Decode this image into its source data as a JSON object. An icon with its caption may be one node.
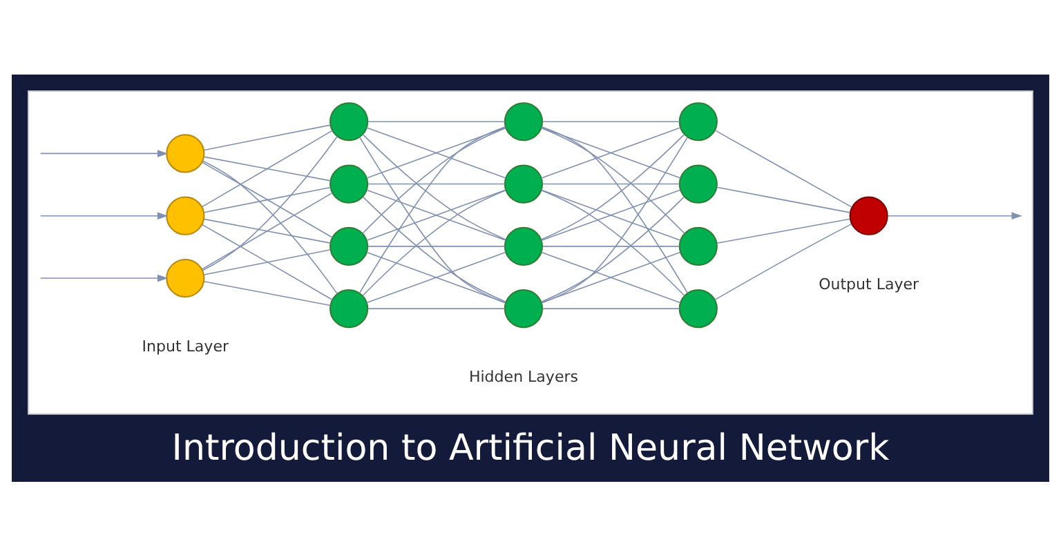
{
  "diagram": {
    "title": "Introduction to Artificial Neural Network",
    "nodes": [
      {
        "text": [],
        "shape": "box"
      },
      {
        "text": [],
        "shape": "circle",
        "in": 0
      },
      {
        "text": [],
        "shape": "circle",
        "in": 0
      },
      {
        "text": [],
        "shape": "circle",
        "in": 0
      },
      {
        "text": [],
        "shape": "circle",
        "in": 0
      },
      {
        "text": [],
        "shape": "circle",
        "in": 0
      },
      {
        "text": [],
        "shape": "circle",
        "in": 0
      },
      {
        "text": [],
        "shape": "circle",
        "in": 0
      },
      {
        "text": [],
        "shape": "circle",
        "in": 0
      },
      {
        "text": [],
        "shape": "circle",
        "in": 0
      },
      {
        "text": [],
        "shape": "circle",
        "in": 0
      },
      {
        "text": [],
        "shape": "circle",
        "in": 0
      },
      {
        "text": [],
        "shape": "circle",
        "in": 0
      },
      {
        "text": [],
        "shape": "circle",
        "in": 0
      },
      {
        "text": [],
        "shape": "circle",
        "in": 0
      },
      {
        "text": [],
        "shape": "circle",
        "in": 0
      },
      {
        "text": [],
        "shape": "circle",
        "in": 0
      }
    ],
    "edges": [
      {
        "from": null,
        "to": 1,
        "arrow": "to"
      },
      {
        "from": null,
        "to": 2,
        "arrow": "to"
      },
      {
        "from": null,
        "to": 3,
        "arrow": "to"
      },
      {
        "from": 1,
        "to": 4,
        "arrow": "none"
      },
      {
        "from": 1,
        "to": 5,
        "arrow": "none"
      },
      {
        "from": 1,
        "to": 6,
        "arrow": "none"
      },
      {
        "from": 1,
        "to": 7,
        "arrow": "none"
      },
      {
        "from": 2,
        "to": 4,
        "arrow": "none"
      },
      {
        "from": 2,
        "to": 5,
        "arrow": "none"
      },
      {
        "from": 2,
        "to": 6,
        "arrow": "none"
      },
      {
        "from": 2,
        "to": 7,
        "arrow": "none"
      },
      {
        "from": 3,
        "to": 4,
        "arrow": "none"
      },
      {
        "from": 3,
        "to": 5,
        "arrow": "none"
      },
      {
        "from": 3,
        "to": 6,
        "arrow": "none"
      },
      {
        "from": 3,
        "to": 7,
        "arrow": "none"
      },
      {
        "from": 4,
        "to": 8,
        "arrow": "none"
      },
      {
        "from": 4,
        "to": 9,
        "arrow": "none"
      },
      {
        "from": 4,
        "to": 10,
        "arrow": "none"
      },
      {
        "from": 4,
        "to": 11,
        "arrow": "none"
      },
      {
        "from": 5,
        "to": 8,
        "arrow": "none"
      },
      {
        "from": 5,
        "to": 9,
        "arrow": "none"
      },
      {
        "from": 5,
        "to": 10,
        "arrow": "none"
      },
      {
        "from": 5,
        "to": 11,
        "arrow": "none"
      },
      {
        "from": 6,
        "to": 8,
        "arrow": "none"
      },
      {
        "from": 6,
        "to": 9,
        "arrow": "none"
      },
      {
        "from": 6,
        "to": 10,
        "arrow": "none"
      },
      {
        "from": 6,
        "to": 11,
        "arrow": "none"
      },
      {
        "from": 7,
        "to": 8,
        "arrow": "none"
      },
      {
        "from": 7,
        "to": 9,
        "arrow": "none"
      },
      {
        "from": 7,
        "to": 10,
        "arrow": "none"
      },
      {
        "from": 7,
        "to": 11,
        "arrow": "none"
      },
      {
        "from": 8,
        "to": 12,
        "arrow": "none"
      },
      {
        "from": 8,
        "to": 13,
        "arrow": "none"
      },
      {
        "from": 8,
        "to": 14,
        "arrow": "none"
      },
      {
        "from": 8,
        "to": 15,
        "arrow": "none"
      },
      {
        "from": 9,
        "to": 12,
        "arrow": "none"
      },
      {
        "from": 9,
        "to": 13,
        "arrow": "none"
      },
      {
        "from": 9,
        "to": 14,
        "arrow": "none"
      },
      {
        "from": 9,
        "to": 15,
        "arrow": "none"
      },
      {
        "from": 10,
        "to": 12,
        "arrow": "none"
      },
      {
        "from": 10,
        "to": 13,
        "arrow": "none"
      },
      {
        "from": 10,
        "to": 14,
        "arrow": "none"
      },
      {
        "from": 10,
        "to": 15,
        "arrow": "none"
      },
      {
        "from": 11,
        "to": 12,
        "arrow": "none"
      },
      {
        "from": 11,
        "to": 13,
        "arrow": "none"
      },
      {
        "from": 11,
        "to": 14,
        "arrow": "none"
      },
      {
        "from": 11,
        "to": 15,
        "arrow": "none"
      },
      {
        "from": 12,
        "to": 16,
        "arrow": "none"
      },
      {
        "from": 13,
        "to": 16,
        "arrow": "none"
      },
      {
        "from": 14,
        "to": 16,
        "arrow": "none"
      },
      {
        "from": 15,
        "to": 16,
        "arrow": "none"
      },
      {
        "from": 16,
        "to": null,
        "arrow": "to"
      }
    ],
    "labels": [
      "Input Layer",
      "Hidden Layers",
      "Output Layer"
    ]
  }
}
